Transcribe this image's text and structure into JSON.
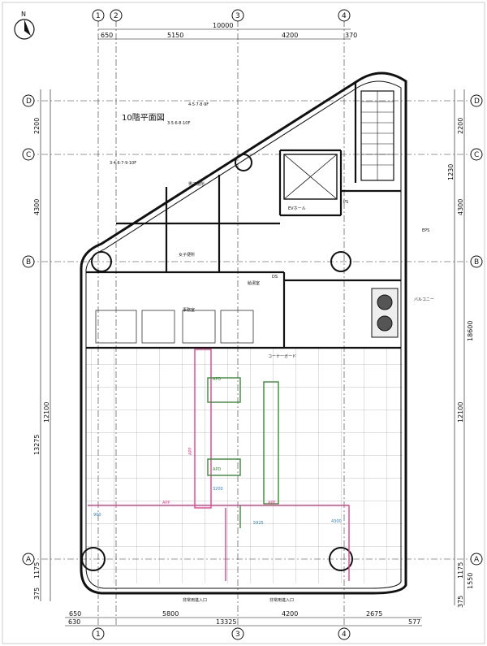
{
  "title": "10階平面図",
  "north": "N",
  "grid_labels": {
    "top": [
      "1",
      "2",
      "3",
      "4"
    ],
    "bottom": [
      "1",
      "3",
      "4"
    ],
    "left": [
      "D",
      "C",
      "B",
      "A"
    ],
    "right": [
      "D",
      "C",
      "B",
      "A"
    ]
  },
  "dims_top": {
    "total": "10000",
    "seg1": "650",
    "seg2": "5150",
    "seg3": "4200",
    "seg4": "370"
  },
  "dims_bottom": {
    "total": "13325",
    "seg0": "630",
    "seg1": "650",
    "seg2": "5800",
    "seg3": "4200",
    "seg4": "2675",
    "seg5": "577"
  },
  "dims_left": {
    "d1": "2200",
    "d2": "4300",
    "d3": "12100",
    "d4": "13275",
    "d5": "1175",
    "d6": "375"
  },
  "dims_right": {
    "d1": "2200",
    "d2": "1230",
    "d3": "4300",
    "d4": "18600",
    "d5": "12100",
    "d6": "1175",
    "d7": "1550",
    "d8": "375"
  },
  "room_labels": {
    "ev_hall": "EVホール",
    "eps": "EPS",
    "balcony": "バルコニー",
    "womens_wc": "女子便所",
    "mens_wc": "男子便所",
    "kitchen": "給湯室",
    "office": "事務室",
    "app": "APP",
    "app2": "APP",
    "app3": "APP",
    "apd": "APD",
    "apd2": "APD",
    "dim_900": "900",
    "dim_3200": "3200",
    "dim_5925": "5925",
    "dim_4300": "4300",
    "door1": "非常用進入口",
    "door2": "非常用進入口",
    "corner_guard": "コーナーガード",
    "ds": "DS",
    "ps": "PS"
  },
  "tags": {
    "t1": "4·5·7·8·9F",
    "t2": "3·5·6·8·10F",
    "t3": "3·4·6·7·9·10F"
  }
}
